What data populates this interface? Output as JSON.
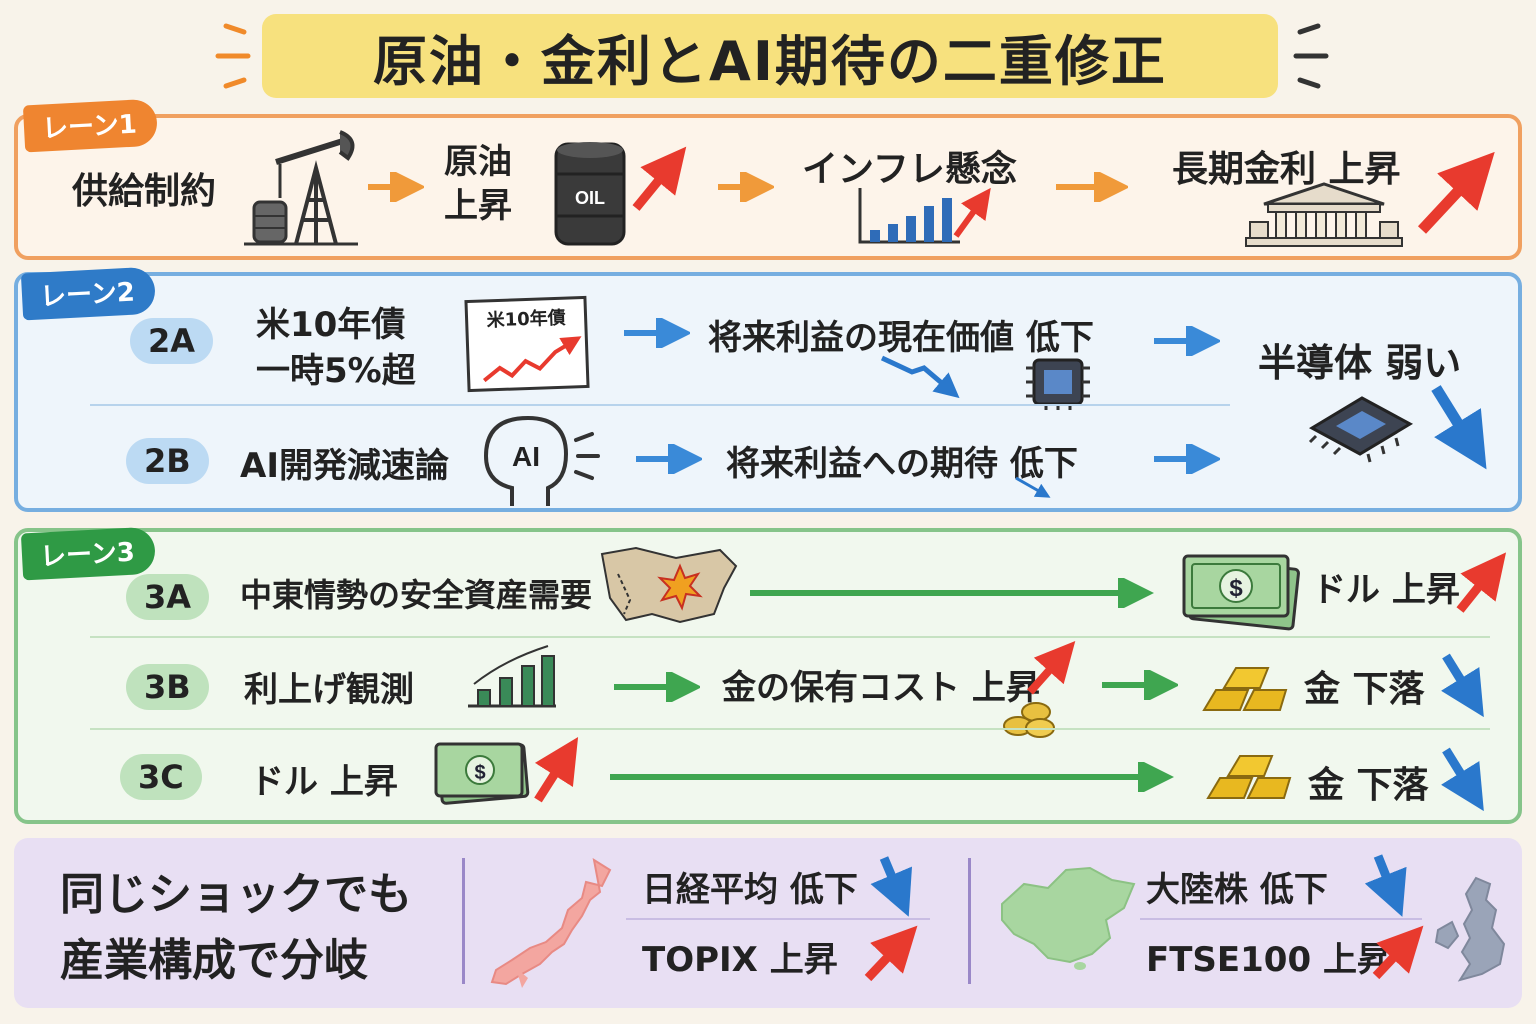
{
  "title": "原油・金利とAI期待の二重修正",
  "colors": {
    "orange": "#f0a060",
    "blue": "#3a8ad8",
    "green": "#3fa650",
    "red": "#e83a2e",
    "purple": "#e8dff3",
    "title_band": "#f7df78"
  },
  "lane1": {
    "tag": "レーン1",
    "steps": [
      "供給制約",
      "原油",
      "上昇",
      "インフレ懸念",
      "長期金利 上昇"
    ],
    "oil_barrel_label": "OIL"
  },
  "lane2": {
    "tag": "レーン2",
    "row_a": {
      "id": "2A",
      "cause_line1": "米10年債",
      "cause_line2": "一時5%超",
      "card_label": "米10年債",
      "effect": "将来利益の現在価値 低下"
    },
    "row_b": {
      "id": "2B",
      "cause": "AI開発減速論",
      "head_label": "AI",
      "effect": "将来利益への期待 低下"
    },
    "result": "半導体 弱い"
  },
  "lane3": {
    "tag": "レーン3",
    "row_a": {
      "id": "3A",
      "cause": "中東情勢の安全資産需要",
      "result": "ドル 上昇"
    },
    "row_b": {
      "id": "3B",
      "cause": "利上げ観測",
      "middle": "金の保有コスト 上昇",
      "result": "金 下落"
    },
    "row_c": {
      "id": "3C",
      "cause": "ドル 上昇",
      "result": "金 下落"
    },
    "bill_symbol": "$"
  },
  "bottom": {
    "message_line1": "同じショックでも",
    "message_line2": "産業構成で分岐",
    "japan": {
      "top": "日経平均 低下",
      "bottom": "TOPIX 上昇"
    },
    "other": {
      "top": "大陸株 低下",
      "bottom": "FTSE100 上昇"
    }
  }
}
